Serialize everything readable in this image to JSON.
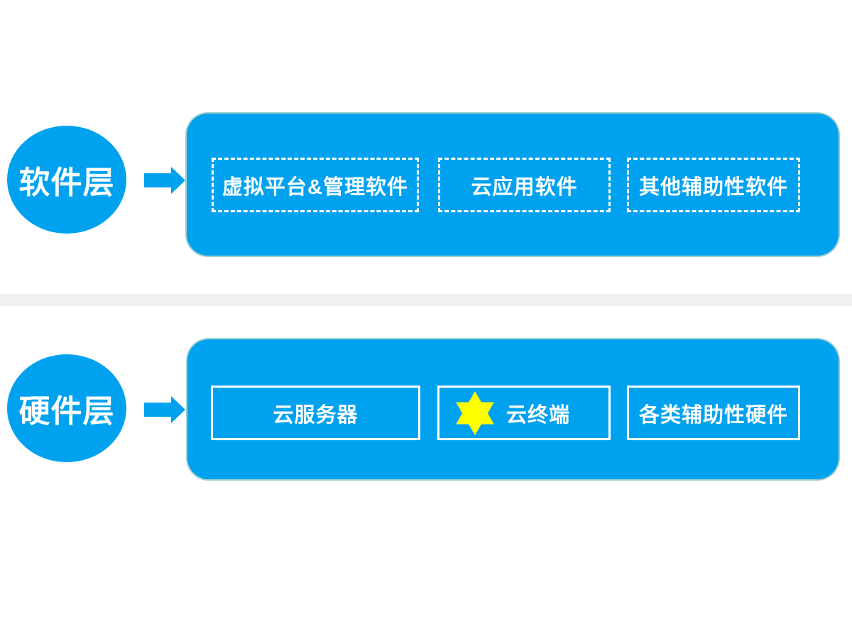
{
  "colors": {
    "accent_blue": "#00a2f0",
    "star_yellow": "#ffff00",
    "divider_gray": "#f1f1f1",
    "text_white": "#ffffff"
  },
  "icons": {
    "arrow": "right-block-arrow",
    "star": "six-pointed-star"
  },
  "layers": [
    {
      "id": "software-layer",
      "circle_label": "软件层",
      "boxes": [
        {
          "label": "虚拟平台&管理软件",
          "border": "dashed"
        },
        {
          "label": "云应用软件",
          "border": "dashed"
        },
        {
          "label": "其他辅助性软件",
          "border": "dashed"
        }
      ]
    },
    {
      "id": "hardware-layer",
      "circle_label": "硬件层",
      "boxes": [
        {
          "label": "云服务器",
          "border": "solid"
        },
        {
          "label": "云终端",
          "border": "solid",
          "icon": "six-pointed-star"
        },
        {
          "label": "各类辅助性硬件",
          "border": "solid"
        }
      ]
    }
  ]
}
